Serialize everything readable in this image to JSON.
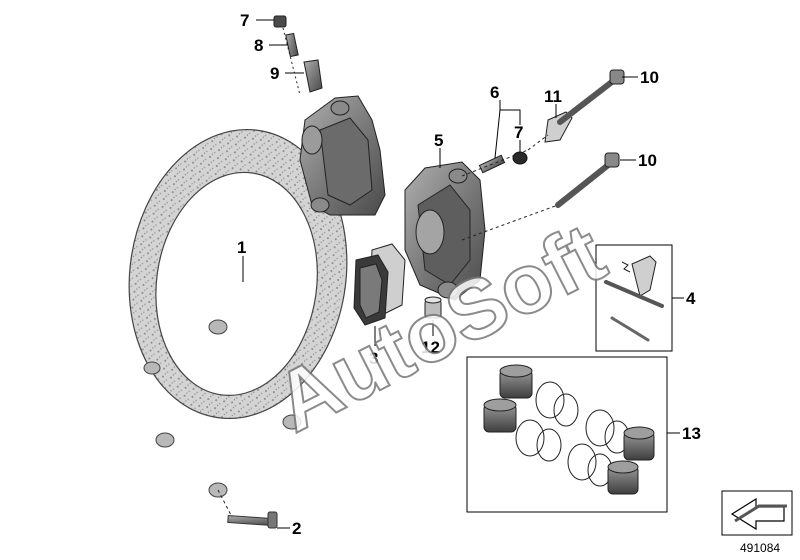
{
  "labels": {
    "l7a": "7",
    "l8": "8",
    "l9": "9",
    "l6": "6",
    "l7b": "7",
    "l11": "11",
    "l10a": "10",
    "l10b": "10",
    "l5": "5",
    "l1": "1",
    "l3": "3",
    "l12": "12",
    "l4": "4",
    "l13": "13",
    "l2": "2"
  },
  "watermark": "AutoSoft",
  "reference_number": "491084",
  "colors": {
    "part_dark": "#5a5a5a",
    "part_mid": "#8c8c8c",
    "part_light": "#c8c8c8",
    "line": "#000000"
  }
}
